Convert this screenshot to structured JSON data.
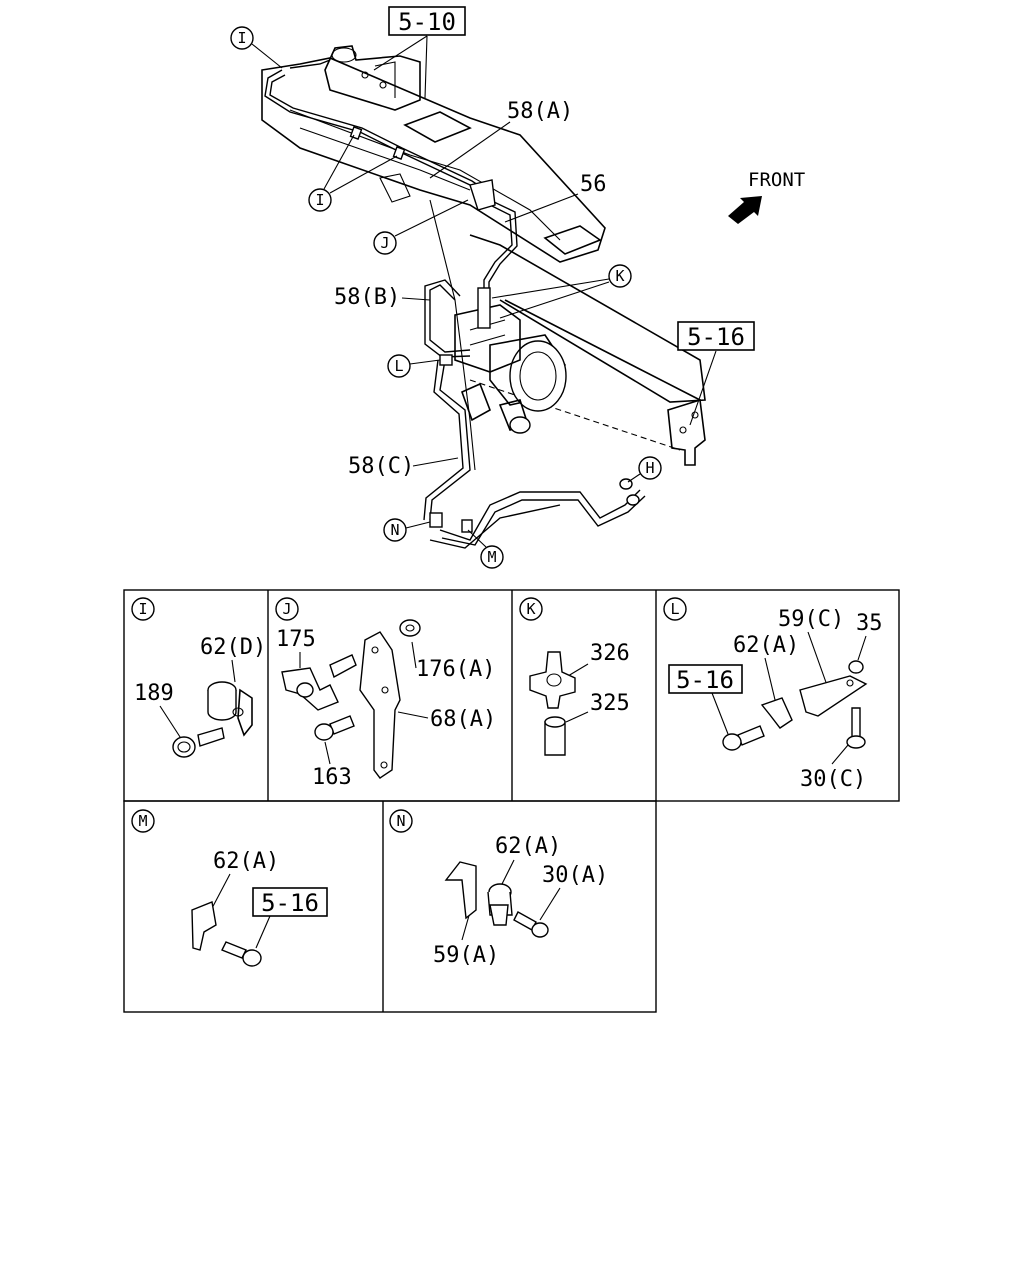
{
  "diagram": {
    "main": {
      "ref_boxes": [
        "5-10",
        "5-16"
      ],
      "front_label": "FRONT",
      "callouts": {
        "c_I_top": "I",
        "c_I_mid": "I",
        "c_J": "J",
        "c_K": "K",
        "c_L": "L",
        "c_H": "H",
        "c_N": "N",
        "c_M": "M"
      },
      "labels": {
        "p58a": "58(A)",
        "p56": "56",
        "p58b": "58(B)",
        "p58c": "58(C)"
      }
    },
    "details": [
      {
        "id": "I",
        "parts": [
          "62(D)",
          "189"
        ]
      },
      {
        "id": "J",
        "parts": [
          "175",
          "176(A)",
          "68(A)",
          "163"
        ]
      },
      {
        "id": "K",
        "parts": [
          "326",
          "325"
        ]
      },
      {
        "id": "L",
        "parts": [
          "59(C)",
          "35",
          "62(A)",
          "5-16",
          "30(C)"
        ]
      },
      {
        "id": "M",
        "parts": [
          "62(A)",
          "5-16"
        ]
      },
      {
        "id": "N",
        "parts": [
          "62(A)",
          "30(A)",
          "59(A)"
        ]
      }
    ]
  }
}
